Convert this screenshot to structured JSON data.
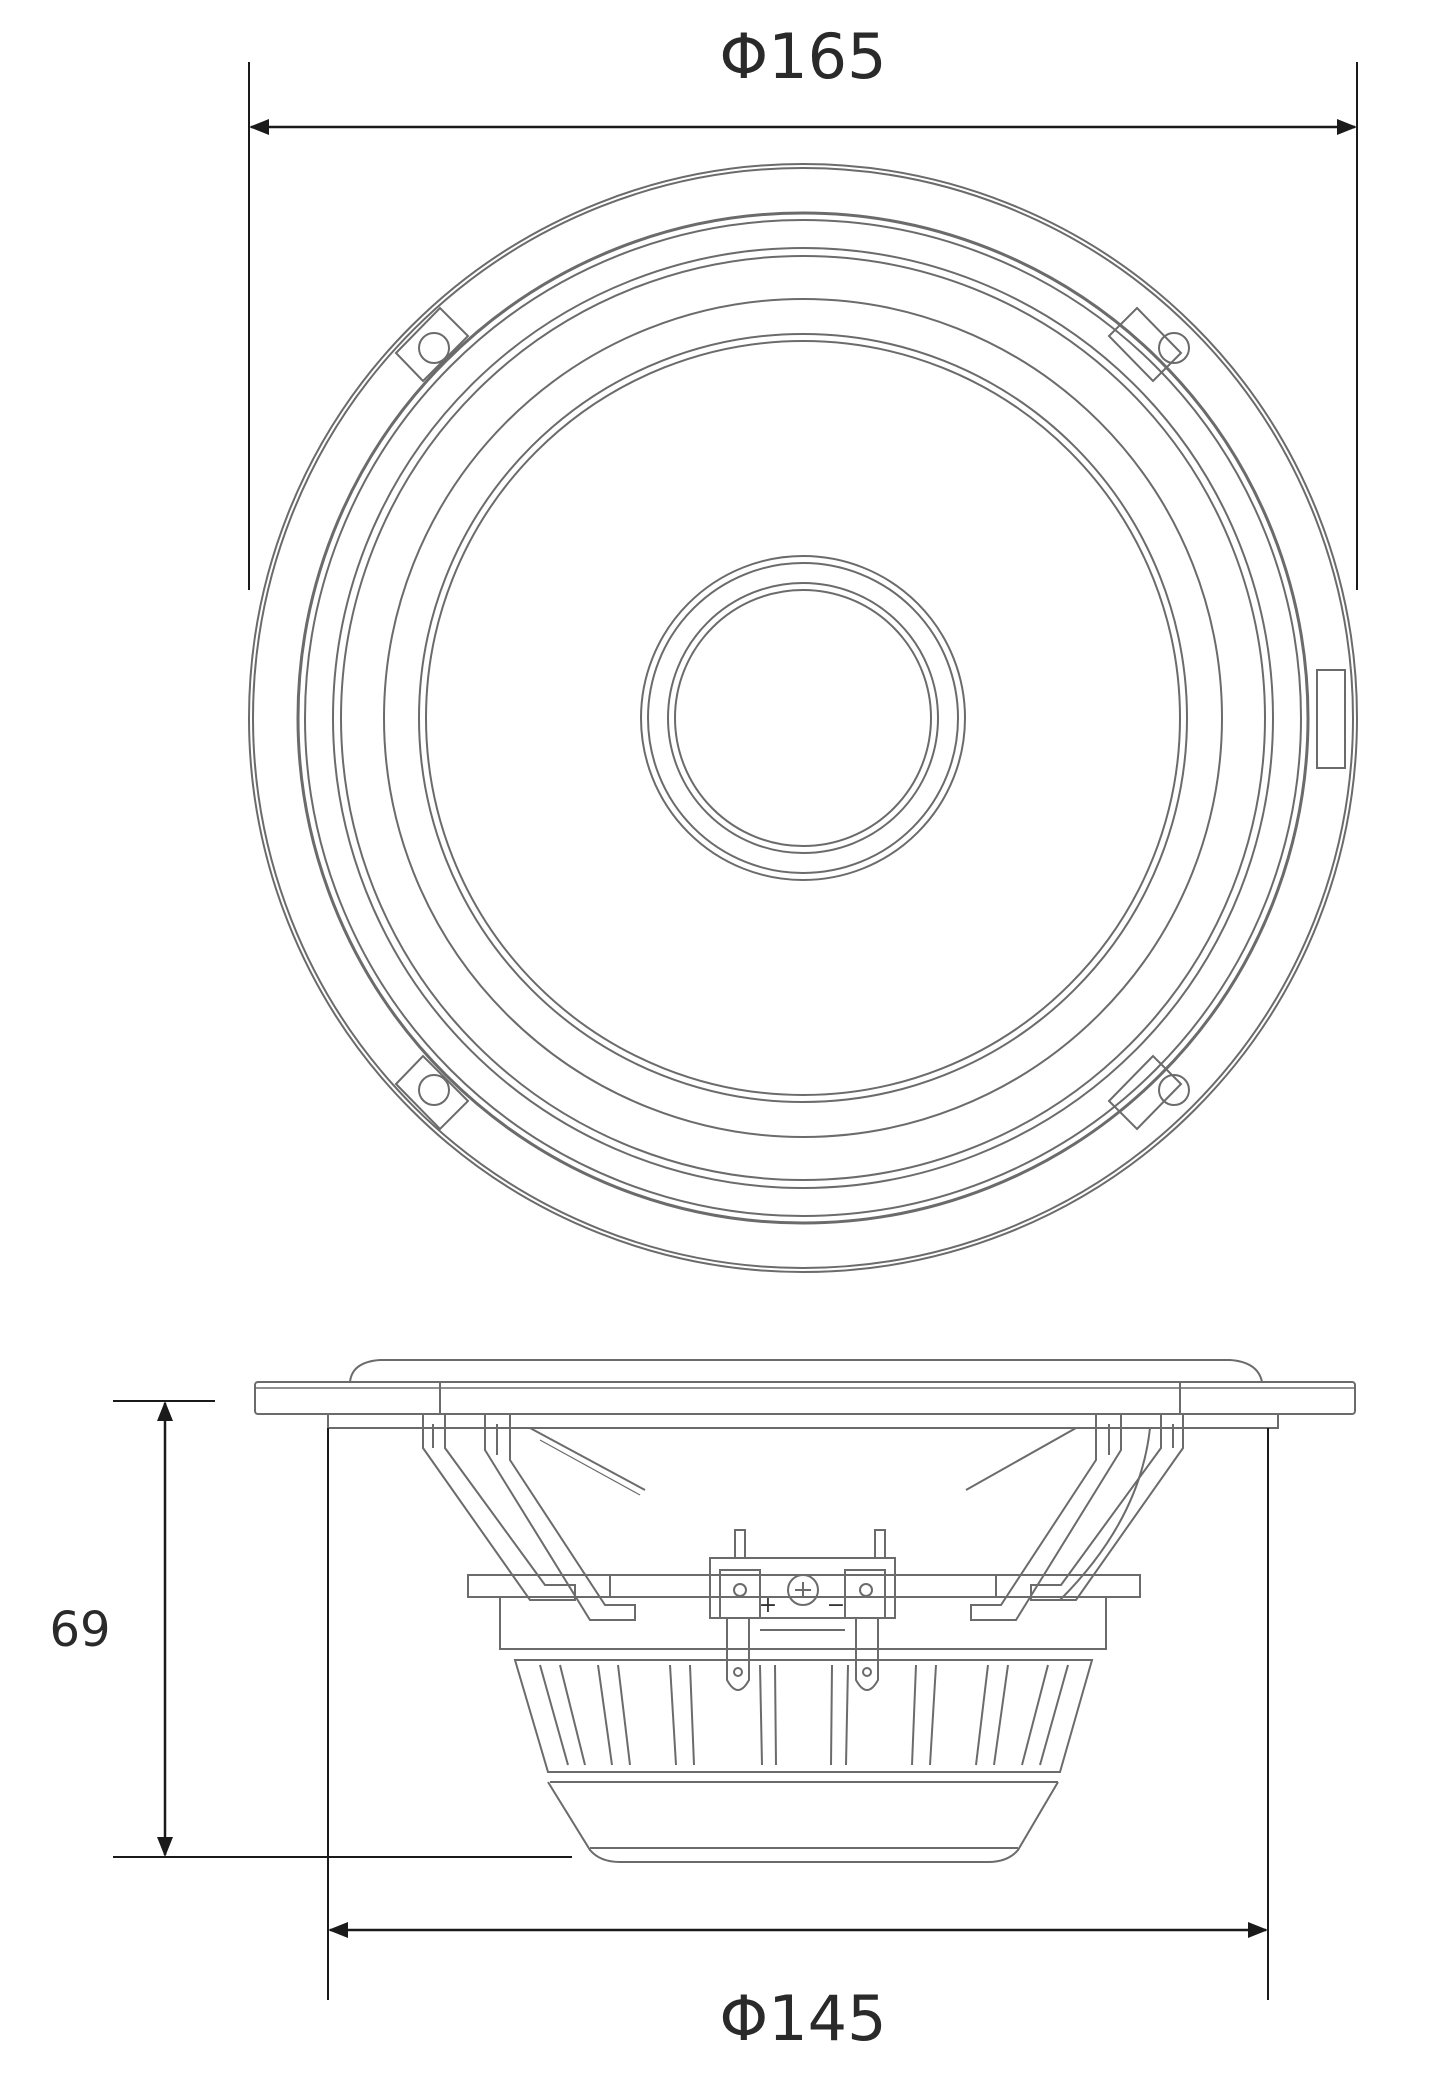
{
  "dimensions": {
    "outer_diameter": "Φ165",
    "cutout_diameter": "Φ145",
    "mounting_depth": "69"
  },
  "terminals": {
    "positive": "+",
    "negative": "−"
  },
  "colors": {
    "line": "#6b6b6b",
    "dimension_line": "#1a1a1a",
    "background": "#ffffff"
  }
}
